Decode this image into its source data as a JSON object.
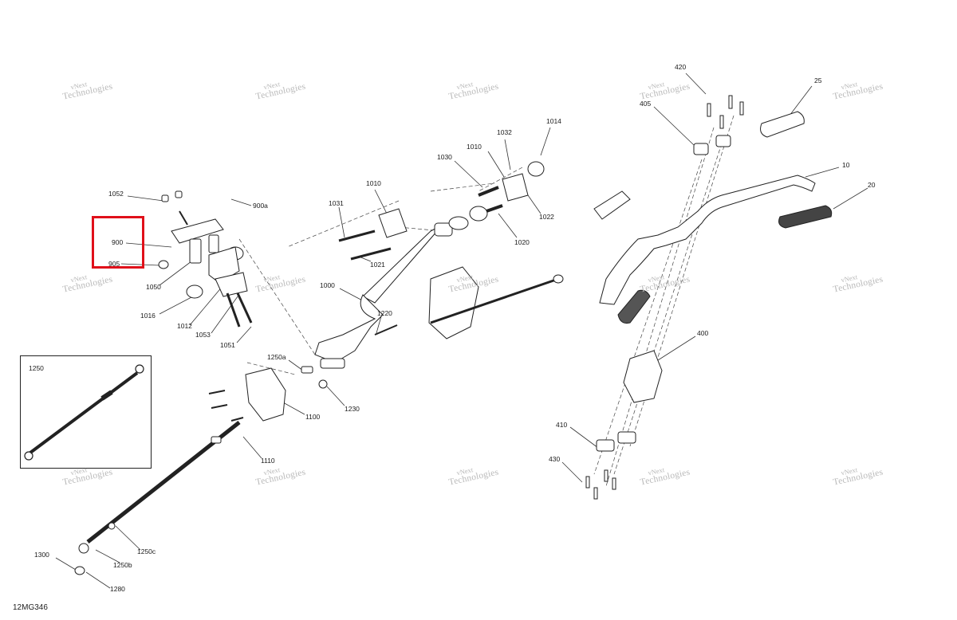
{
  "diagram_ref": "12MG346",
  "watermark": {
    "line1": "vNext",
    "line2": "Technologies"
  },
  "highlight_color": "#e0101a",
  "callouts": [
    "420",
    "25",
    "405",
    "10",
    "20",
    "1014",
    "1032",
    "1010",
    "1030",
    "1022",
    "1020",
    "1010",
    "1031",
    "1021",
    "1052",
    "900a",
    "900",
    "905",
    "1050",
    "1016",
    "1012",
    "1053",
    "1051",
    "1000",
    "1220",
    "1250a",
    "1230",
    "1100",
    "1110",
    "400",
    "410",
    "430",
    "1250",
    "1300",
    "1250b",
    "1250c",
    "1280"
  ]
}
